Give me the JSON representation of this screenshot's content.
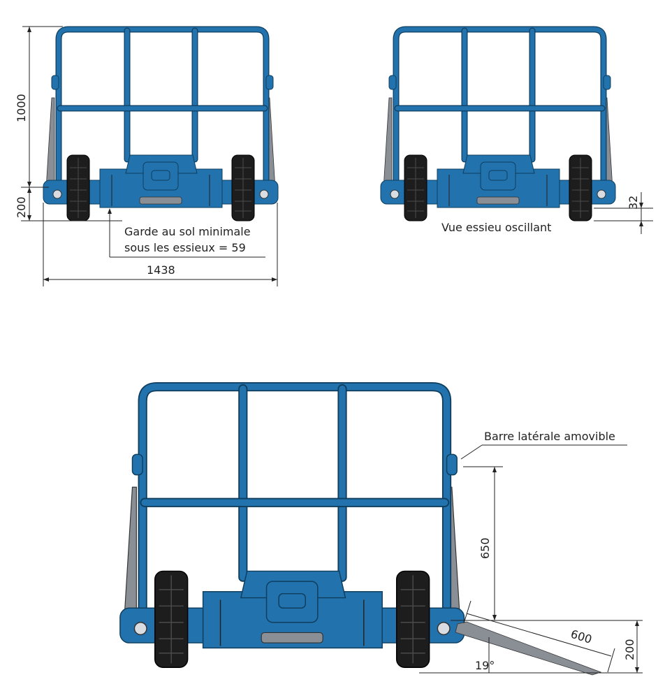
{
  "colors": {
    "body_blue": "#2273ad",
    "outline": "#0f3d5e",
    "tire": "#1d1d1d",
    "dimension_line": "#222222"
  },
  "view_front": {
    "height_dimension": "1000",
    "platform_dimension": "200",
    "width_dimension": "1438",
    "clearance_note_line1": "Garde au sol minimale",
    "clearance_note_line2": "sous les essieux = 59"
  },
  "view_oscillating": {
    "caption": "Vue essieu oscillant",
    "oscillation_dimension": "32"
  },
  "view_ramp": {
    "side_bar_label": "Barre latérale amovible",
    "bar_height_dimension": "650",
    "ramp_length_dimension": "600",
    "ramp_height_dimension": "200",
    "ramp_angle": "19°"
  }
}
